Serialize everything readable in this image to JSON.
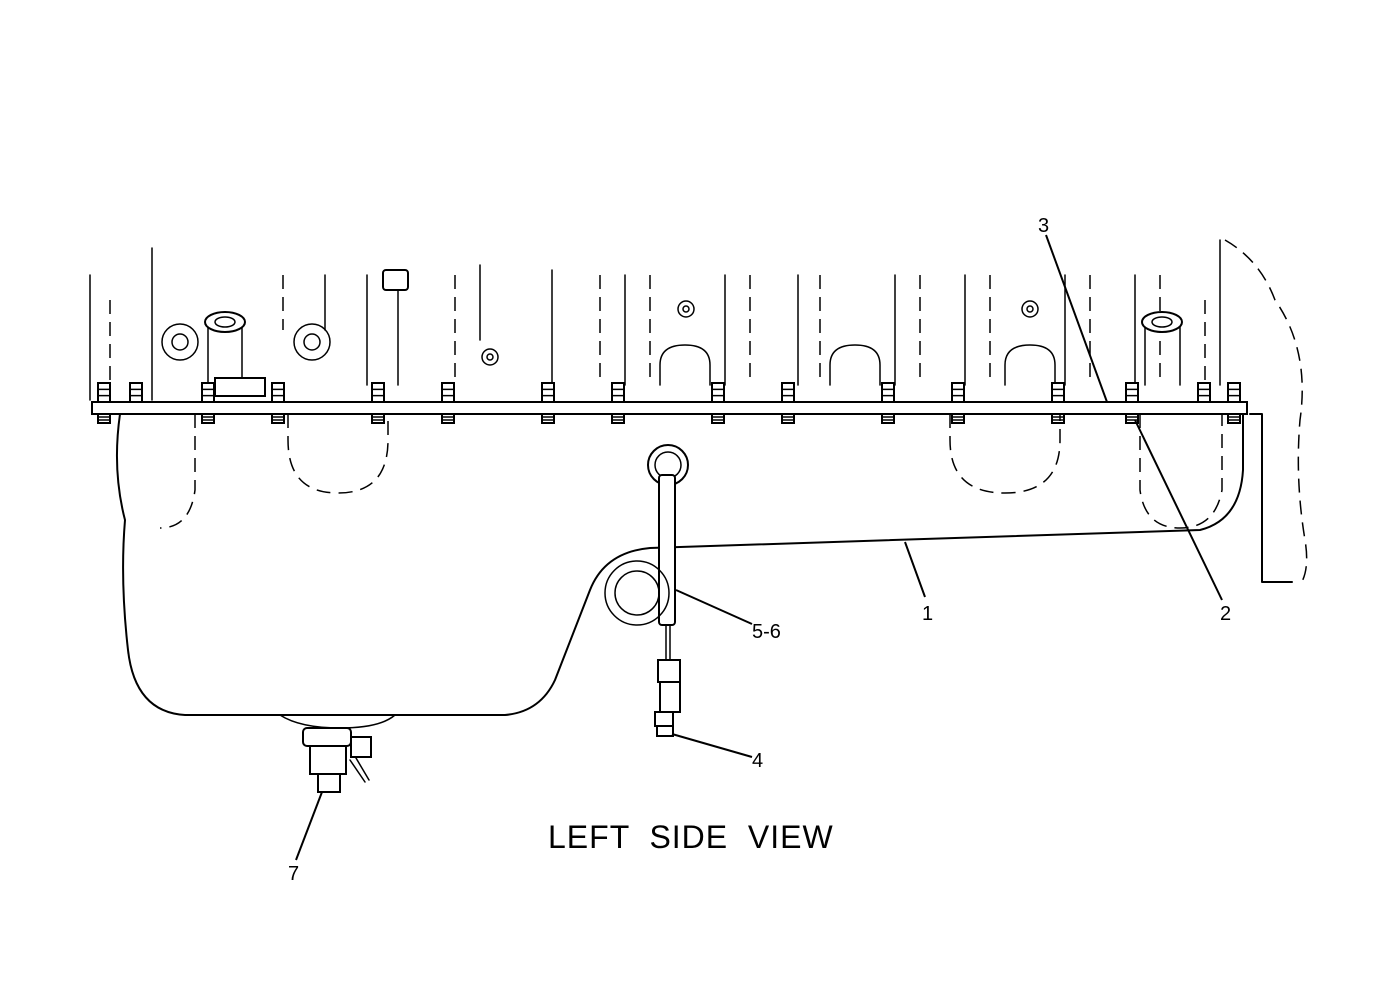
{
  "diagram": {
    "caption": "LEFT  SIDE  VIEW",
    "callouts": [
      {
        "id": "callout-1",
        "label": "1"
      },
      {
        "id": "callout-2",
        "label": "2"
      },
      {
        "id": "callout-3",
        "label": "3"
      },
      {
        "id": "callout-4",
        "label": "4"
      },
      {
        "id": "callout-5-6",
        "label": "5-6"
      },
      {
        "id": "callout-7",
        "label": "7"
      }
    ]
  }
}
